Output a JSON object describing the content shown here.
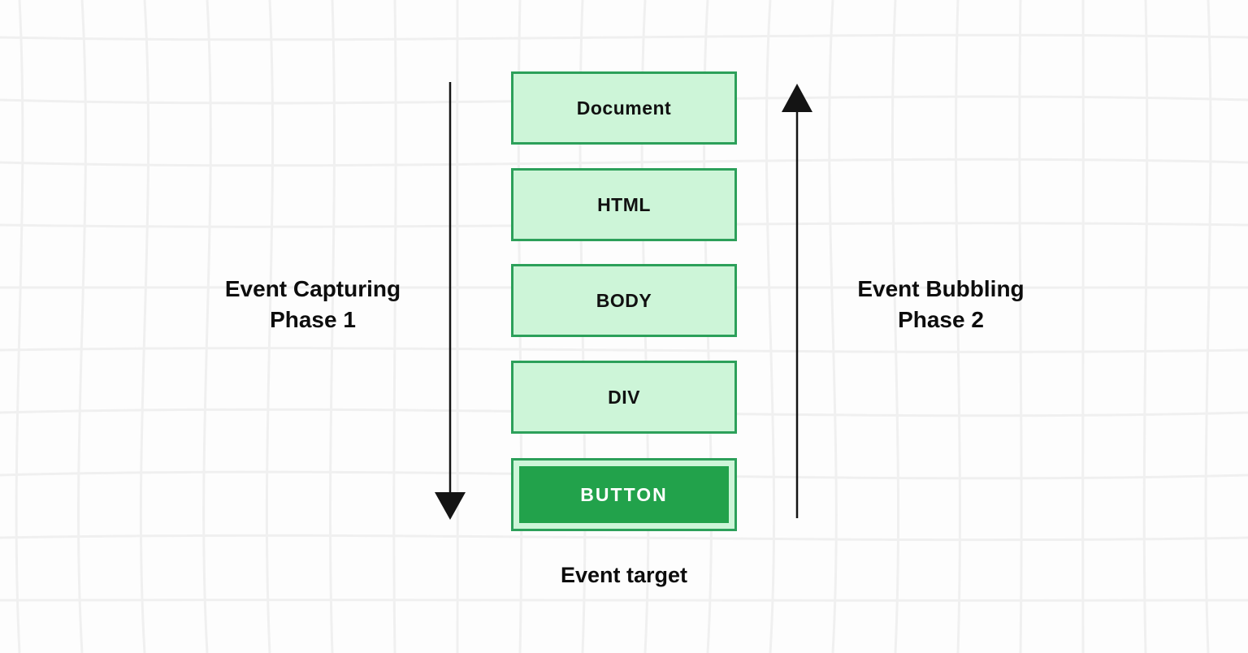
{
  "diagram": {
    "phase_left": {
      "title": "Event Capturing",
      "subtitle": "Phase 1"
    },
    "phase_right": {
      "title": "Event Bubbling",
      "subtitle": "Phase 2"
    },
    "nodes": [
      {
        "label": "Document"
      },
      {
        "label": "HTML"
      },
      {
        "label": "BODY"
      },
      {
        "label": "DIV"
      },
      {
        "label": "BUTTON",
        "is_target": true
      }
    ],
    "caption": "Event target",
    "arrows": {
      "left_direction": "down",
      "right_direction": "up"
    },
    "colors": {
      "node_fill": "#cdf5d8",
      "node_border": "#2ca05a",
      "target_fill": "#22a24b",
      "target_text": "#ffffff",
      "label_text": "#0d0d0d",
      "arrow": "#141414",
      "grid_line": "#f0f0f0",
      "background": "#fdfdfd"
    }
  }
}
